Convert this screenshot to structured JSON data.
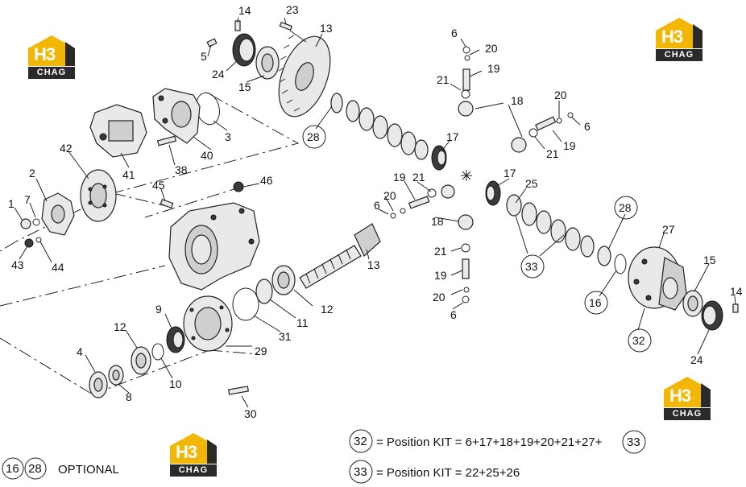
{
  "logo": {
    "mark": "H3",
    "caption": "CHAG",
    "accent": "#f2b705",
    "dark": "#2a2a2a"
  },
  "callouts": {
    "c14a": "14",
    "c23": "23",
    "c13a": "13",
    "c5": "5",
    "c24a": "24",
    "c15a": "15",
    "c3": "3",
    "c40": "40",
    "c41": "41",
    "c38": "38",
    "c42": "42",
    "c2": "2",
    "c7": "7",
    "c1": "1",
    "c43": "43",
    "c44": "44",
    "c45": "45",
    "c46": "46",
    "c28a": "28",
    "c17a": "17",
    "c6a": "6",
    "c20a": "20",
    "c19a": "19",
    "c21a": "21",
    "c18a": "18",
    "c20b": "20",
    "c6b": "6",
    "c21b": "21",
    "c19b": "19",
    "c19c": "19",
    "c21c": "21",
    "c20c": "20",
    "c6c": "6",
    "c18b": "18",
    "c17b": "17",
    "c25": "25",
    "c28b": "28",
    "c27": "27",
    "c13b": "13",
    "c21d": "21",
    "c19d": "19",
    "c20d": "20",
    "c6d": "6",
    "c33": "33",
    "c15b": "15",
    "c14b": "14",
    "c16": "16",
    "c32": "32",
    "c24b": "24",
    "c12a": "12",
    "c11": "11",
    "c31": "31",
    "c29": "29",
    "c9": "9",
    "c12b": "12",
    "c4": "4",
    "c8": "8",
    "c10": "10",
    "c30": "30"
  },
  "legend": {
    "kit32_ref": "32",
    "kit32_text": "= Position KIT = 6+17+18+19+20+21+27+",
    "kit32_tail": "33",
    "kit33_ref": "33",
    "kit33_text": "= Position KIT = 22+25+26",
    "opt_a": "16",
    "opt_b": "28",
    "opt_text": "OPTIONAL"
  }
}
